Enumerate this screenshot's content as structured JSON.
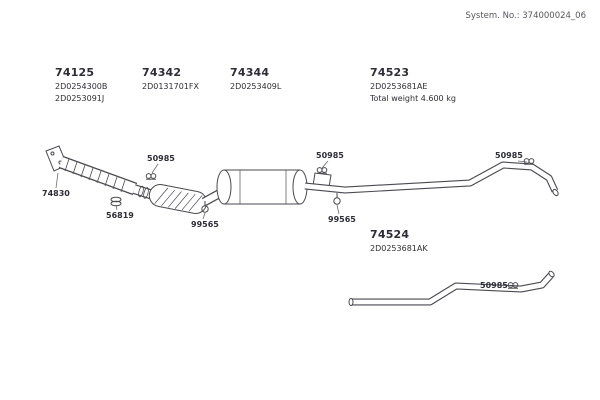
{
  "header": {
    "system_no": "System. No.: 374000024_06"
  },
  "groups": [
    {
      "number": "74125",
      "codes": [
        "2D0254300B",
        "2D0253091J"
      ]
    },
    {
      "number": "74342",
      "codes": [
        "2D0131701FX"
      ]
    },
    {
      "number": "74344",
      "codes": [
        "2D0253409L"
      ]
    },
    {
      "number": "74523",
      "codes": [
        "2D0253681AE"
      ],
      "note": "Total weight 4.600 kg"
    },
    {
      "number": "74524",
      "codes": [
        "2D0253681AK"
      ]
    }
  ],
  "callouts": [
    {
      "label": "74830"
    },
    {
      "label": "56819"
    },
    {
      "label": "50985"
    },
    {
      "label": "99565"
    },
    {
      "label": "50985"
    },
    {
      "label": "99565"
    },
    {
      "label": "50985"
    },
    {
      "label": "50985"
    }
  ],
  "colors": {
    "line": "#4a4a52",
    "text": "#2e2e38",
    "muted": "#55555f",
    "background": "#ffffff"
  }
}
